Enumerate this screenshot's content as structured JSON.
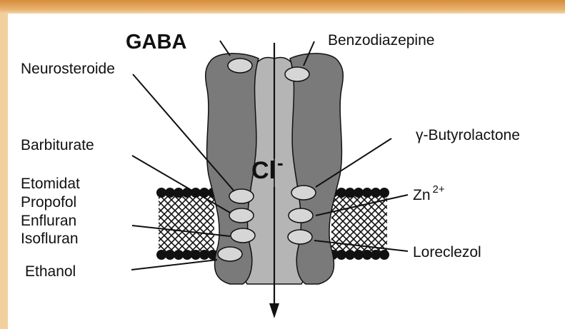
{
  "labels": {
    "gaba": "GABA",
    "benzodiazepine": "Benzodiazepine",
    "neurosteroide": "Neurosteroide",
    "barbiturate": "Barbiturate",
    "etomidat": "Etomidat",
    "propofol": "Propofol",
    "enfluran": "Enfluran",
    "isofluran": "Isofluran",
    "ethanol": "Ethanol",
    "butyrolactone": "γ-Butyrolactone",
    "zn": "Zn",
    "zn_charge": "2+",
    "loreclezol": "Loreclezol",
    "chloride": "Cl",
    "chloride_charge": "-"
  },
  "colors": {
    "border": "#d68c3a",
    "background": "#ffffff",
    "subunit": "#7a7a7a",
    "pore": "#b5b5b5",
    "site": "#d6d6d6",
    "membrane_head": "#111111"
  }
}
